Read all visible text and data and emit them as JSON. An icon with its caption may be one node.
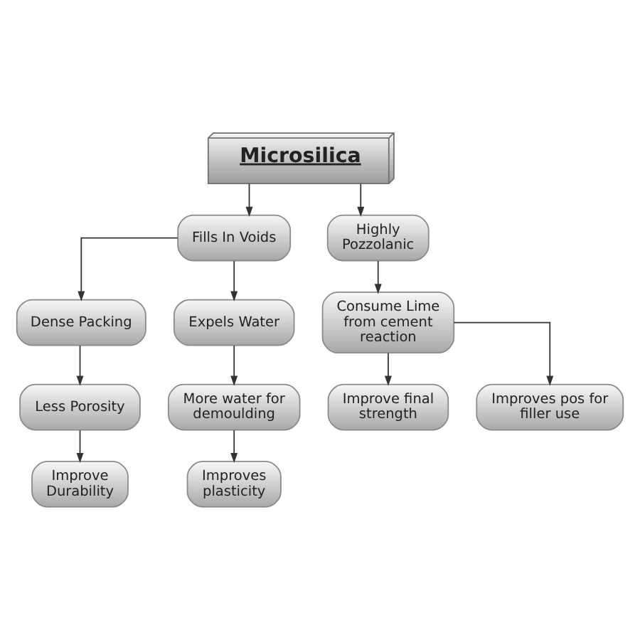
{
  "diagram": {
    "nodes": [
      {
        "text": [
          "Microsilica"
        ]
      },
      {
        "text": [
          "Fills In Voids"
        ]
      },
      {
        "text": [
          "Highly Pozzolanic"
        ]
      },
      {
        "text": [
          "Dense Packing"
        ]
      },
      {
        "text": [
          "Expels Water"
        ]
      },
      {
        "text": [
          "Consume Lime from cement reaction"
        ]
      },
      {
        "text": [
          "Less Porosity"
        ]
      },
      {
        "text": [
          "More water for demoulding"
        ]
      },
      {
        "text": [
          "Improve final strength"
        ]
      },
      {
        "text": [
          "Improves pos for filler use"
        ]
      },
      {
        "text": [
          "Improve Durability"
        ]
      },
      {
        "text": [
          "Improves plasticity"
        ]
      }
    ],
    "edges": [
      {
        "from": 0,
        "to": 1,
        "arrow": "to"
      },
      {
        "from": 0,
        "to": 2,
        "arrow": "to"
      },
      {
        "from": 1,
        "to": 3,
        "arrow": "to"
      },
      {
        "from": 1,
        "to": 4,
        "arrow": "to"
      },
      {
        "from": 3,
        "to": 6,
        "arrow": "to"
      },
      {
        "from": 6,
        "to": 10,
        "arrow": "to"
      },
      {
        "from": 4,
        "to": 7,
        "arrow": "to"
      },
      {
        "from": 7,
        "to": 11,
        "arrow": "to"
      },
      {
        "from": 2,
        "to": 5,
        "arrow": "to"
      },
      {
        "from": 5,
        "to": 8,
        "arrow": "to"
      },
      {
        "from": 5,
        "to": 9,
        "arrow": "to"
      }
    ]
  }
}
